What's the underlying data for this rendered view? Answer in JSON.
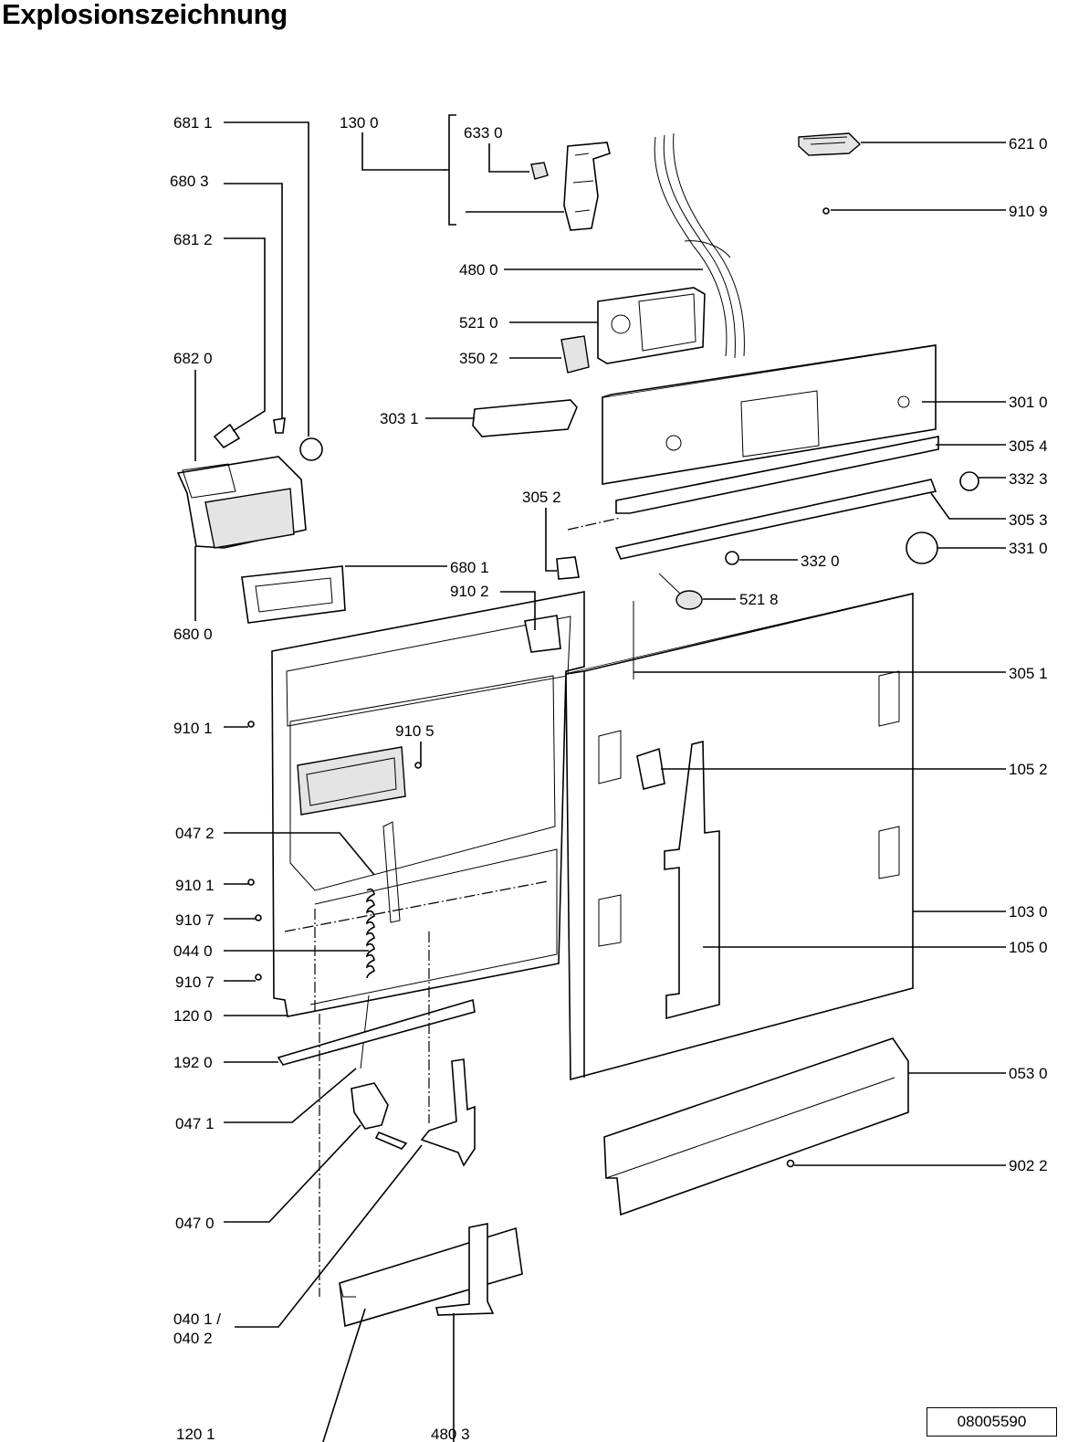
{
  "title": "Explosionszeichnung",
  "doc_number": "08005590",
  "labels": {
    "l_681_1": "681 1",
    "l_130_0": "130 0",
    "l_633_0": "633 0",
    "l_621_0": "621 0",
    "l_680_3": "680 3",
    "l_910_9": "910 9",
    "l_681_2": "681 2",
    "l_480_0": "480 0",
    "l_521_0": "521 0",
    "l_682_0": "682 0",
    "l_350_2": "350 2",
    "l_303_1": "303 1",
    "l_301_0": "301 0",
    "l_305_4": "305 4",
    "l_305_2": "305 2",
    "l_332_3": "332 3",
    "l_305_3": "305 3",
    "l_331_0": "331 0",
    "l_332_0": "332 0",
    "l_680_1": "680 1",
    "l_910_2": "910 2",
    "l_521_8": "521 8",
    "l_680_0": "680 0",
    "l_305_1": "305 1",
    "l_910_1a": "910 1",
    "l_910_5": "910 5",
    "l_105_2": "105 2",
    "l_047_2": "047 2",
    "l_910_1b": "910 1",
    "l_910_7a": "910 7",
    "l_103_0": "103 0",
    "l_044_0": "044 0",
    "l_105_0": "105 0",
    "l_910_7b": "910 7",
    "l_120_0": "120 0",
    "l_192_0": "192 0",
    "l_053_0": "053 0",
    "l_047_1": "047 1",
    "l_902_2": "902 2",
    "l_047_0": "047 0",
    "l_040_1": "040 1 /",
    "l_040_2": "040 2",
    "l_120_1": "120 1",
    "l_480_3": "480 3"
  }
}
